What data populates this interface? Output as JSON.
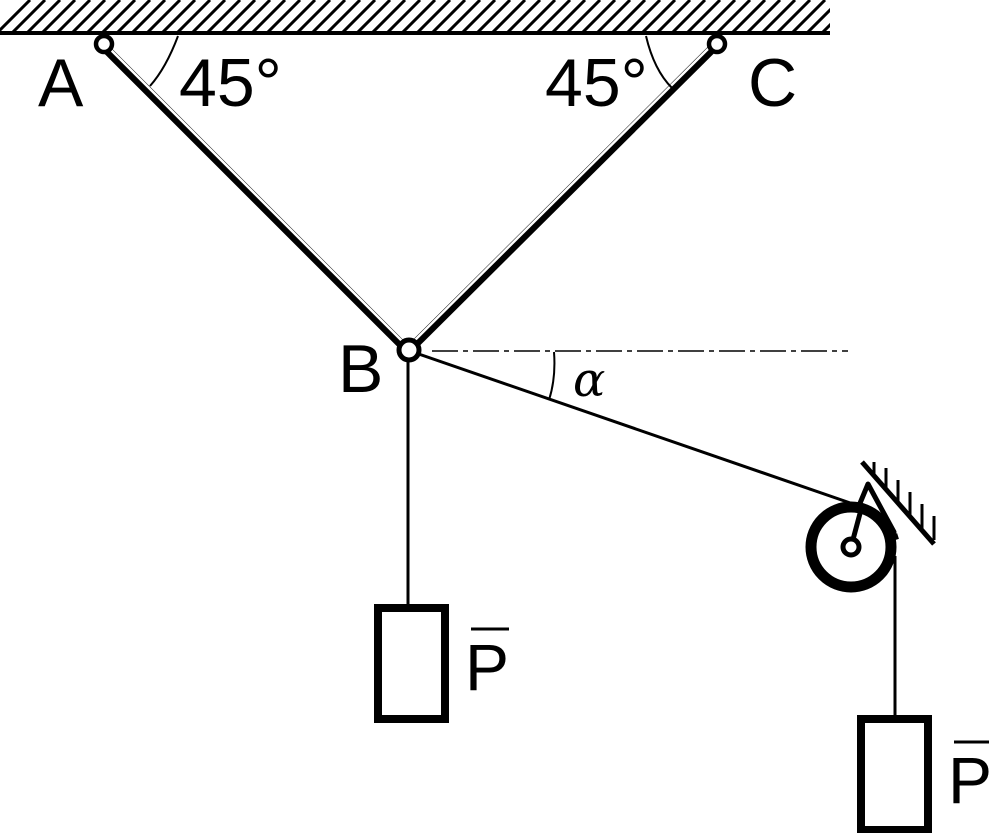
{
  "diagram": {
    "labels": {
      "point_a": "A",
      "point_b": "B",
      "point_c": "C",
      "angle_left": "45°",
      "angle_right": "45°",
      "angle_alpha": "α",
      "weight_left": "P",
      "weight_right": "P"
    },
    "colors": {
      "stroke": "#000000",
      "background": "#ffffff"
    }
  }
}
